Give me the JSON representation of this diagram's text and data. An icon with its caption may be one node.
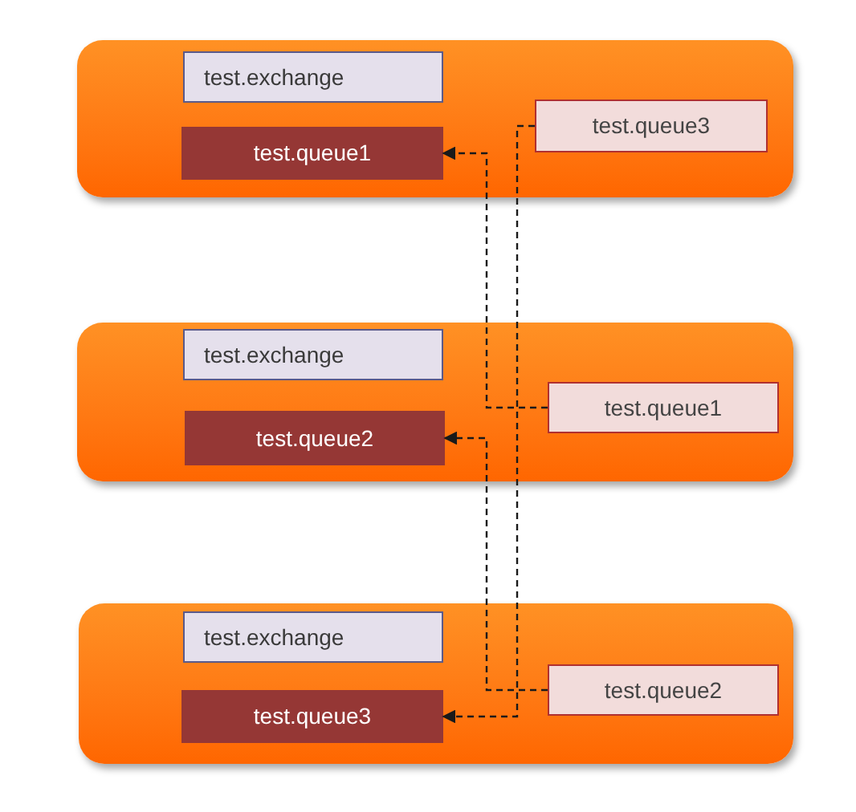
{
  "diagram": {
    "nodes": [
      {
        "text": [],
        "shape": "box"
      },
      {
        "text": [
          "test.exchange"
        ],
        "in": 0
      },
      {
        "text": [
          "test.queue1"
        ],
        "in": 0
      },
      {
        "text": [
          "test.queue3"
        ],
        "in": 0
      },
      {
        "text": [],
        "shape": "box"
      },
      {
        "text": [
          "test.exchange"
        ],
        "in": 4
      },
      {
        "text": [
          "test.queue2"
        ],
        "in": 4
      },
      {
        "text": [
          "test.queue1"
        ],
        "in": 4
      },
      {
        "text": [],
        "shape": "box"
      },
      {
        "text": [
          "test.exchange"
        ],
        "in": 8
      },
      {
        "text": [
          "test.queue3"
        ],
        "in": 8
      },
      {
        "text": [
          "test.queue2"
        ],
        "in": 8
      }
    ],
    "edges": [
      {
        "from": 3,
        "to": 10,
        "arrow": "to",
        "style": "dashed"
      },
      {
        "from": 7,
        "to": 2,
        "arrow": "to",
        "style": "dashed"
      },
      {
        "from": 11,
        "to": 6,
        "arrow": "to",
        "style": "dashed"
      }
    ]
  }
}
